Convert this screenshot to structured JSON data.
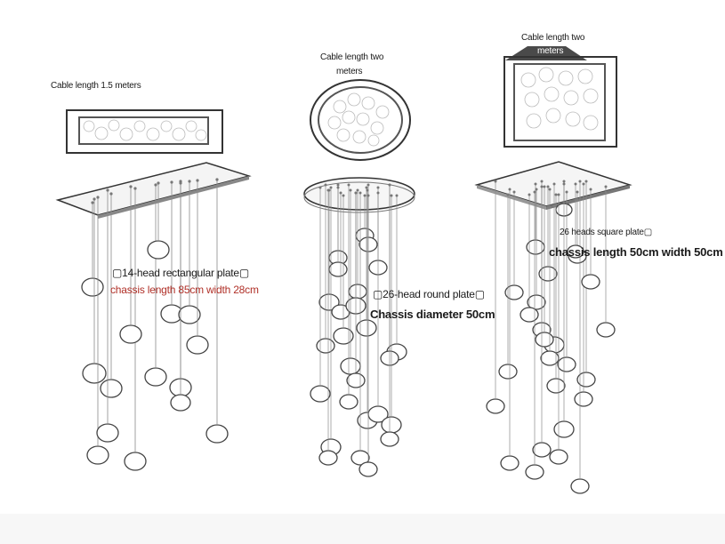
{
  "labels": {
    "rect_cable": "Cable length 1.5 meters",
    "rect_heads": "▢14-head rectangular plate▢",
    "rect_chassis": "chassis length 85cm width 28cm",
    "round_cable_line1": "Cable length two",
    "round_cable_line2": "meters",
    "round_heads": "▢26-head round plate▢",
    "round_chassis": "Chassis diameter 50cm",
    "square_cable_line1": "Cable length two",
    "square_cable_line2": "meters",
    "square_heads": "26 heads square plate▢",
    "square_chassis": "chassis length 50cm width 50cm"
  },
  "colors": {
    "line": "#444444",
    "light": "#8a8a8a",
    "accent_red": "#b03028"
  }
}
